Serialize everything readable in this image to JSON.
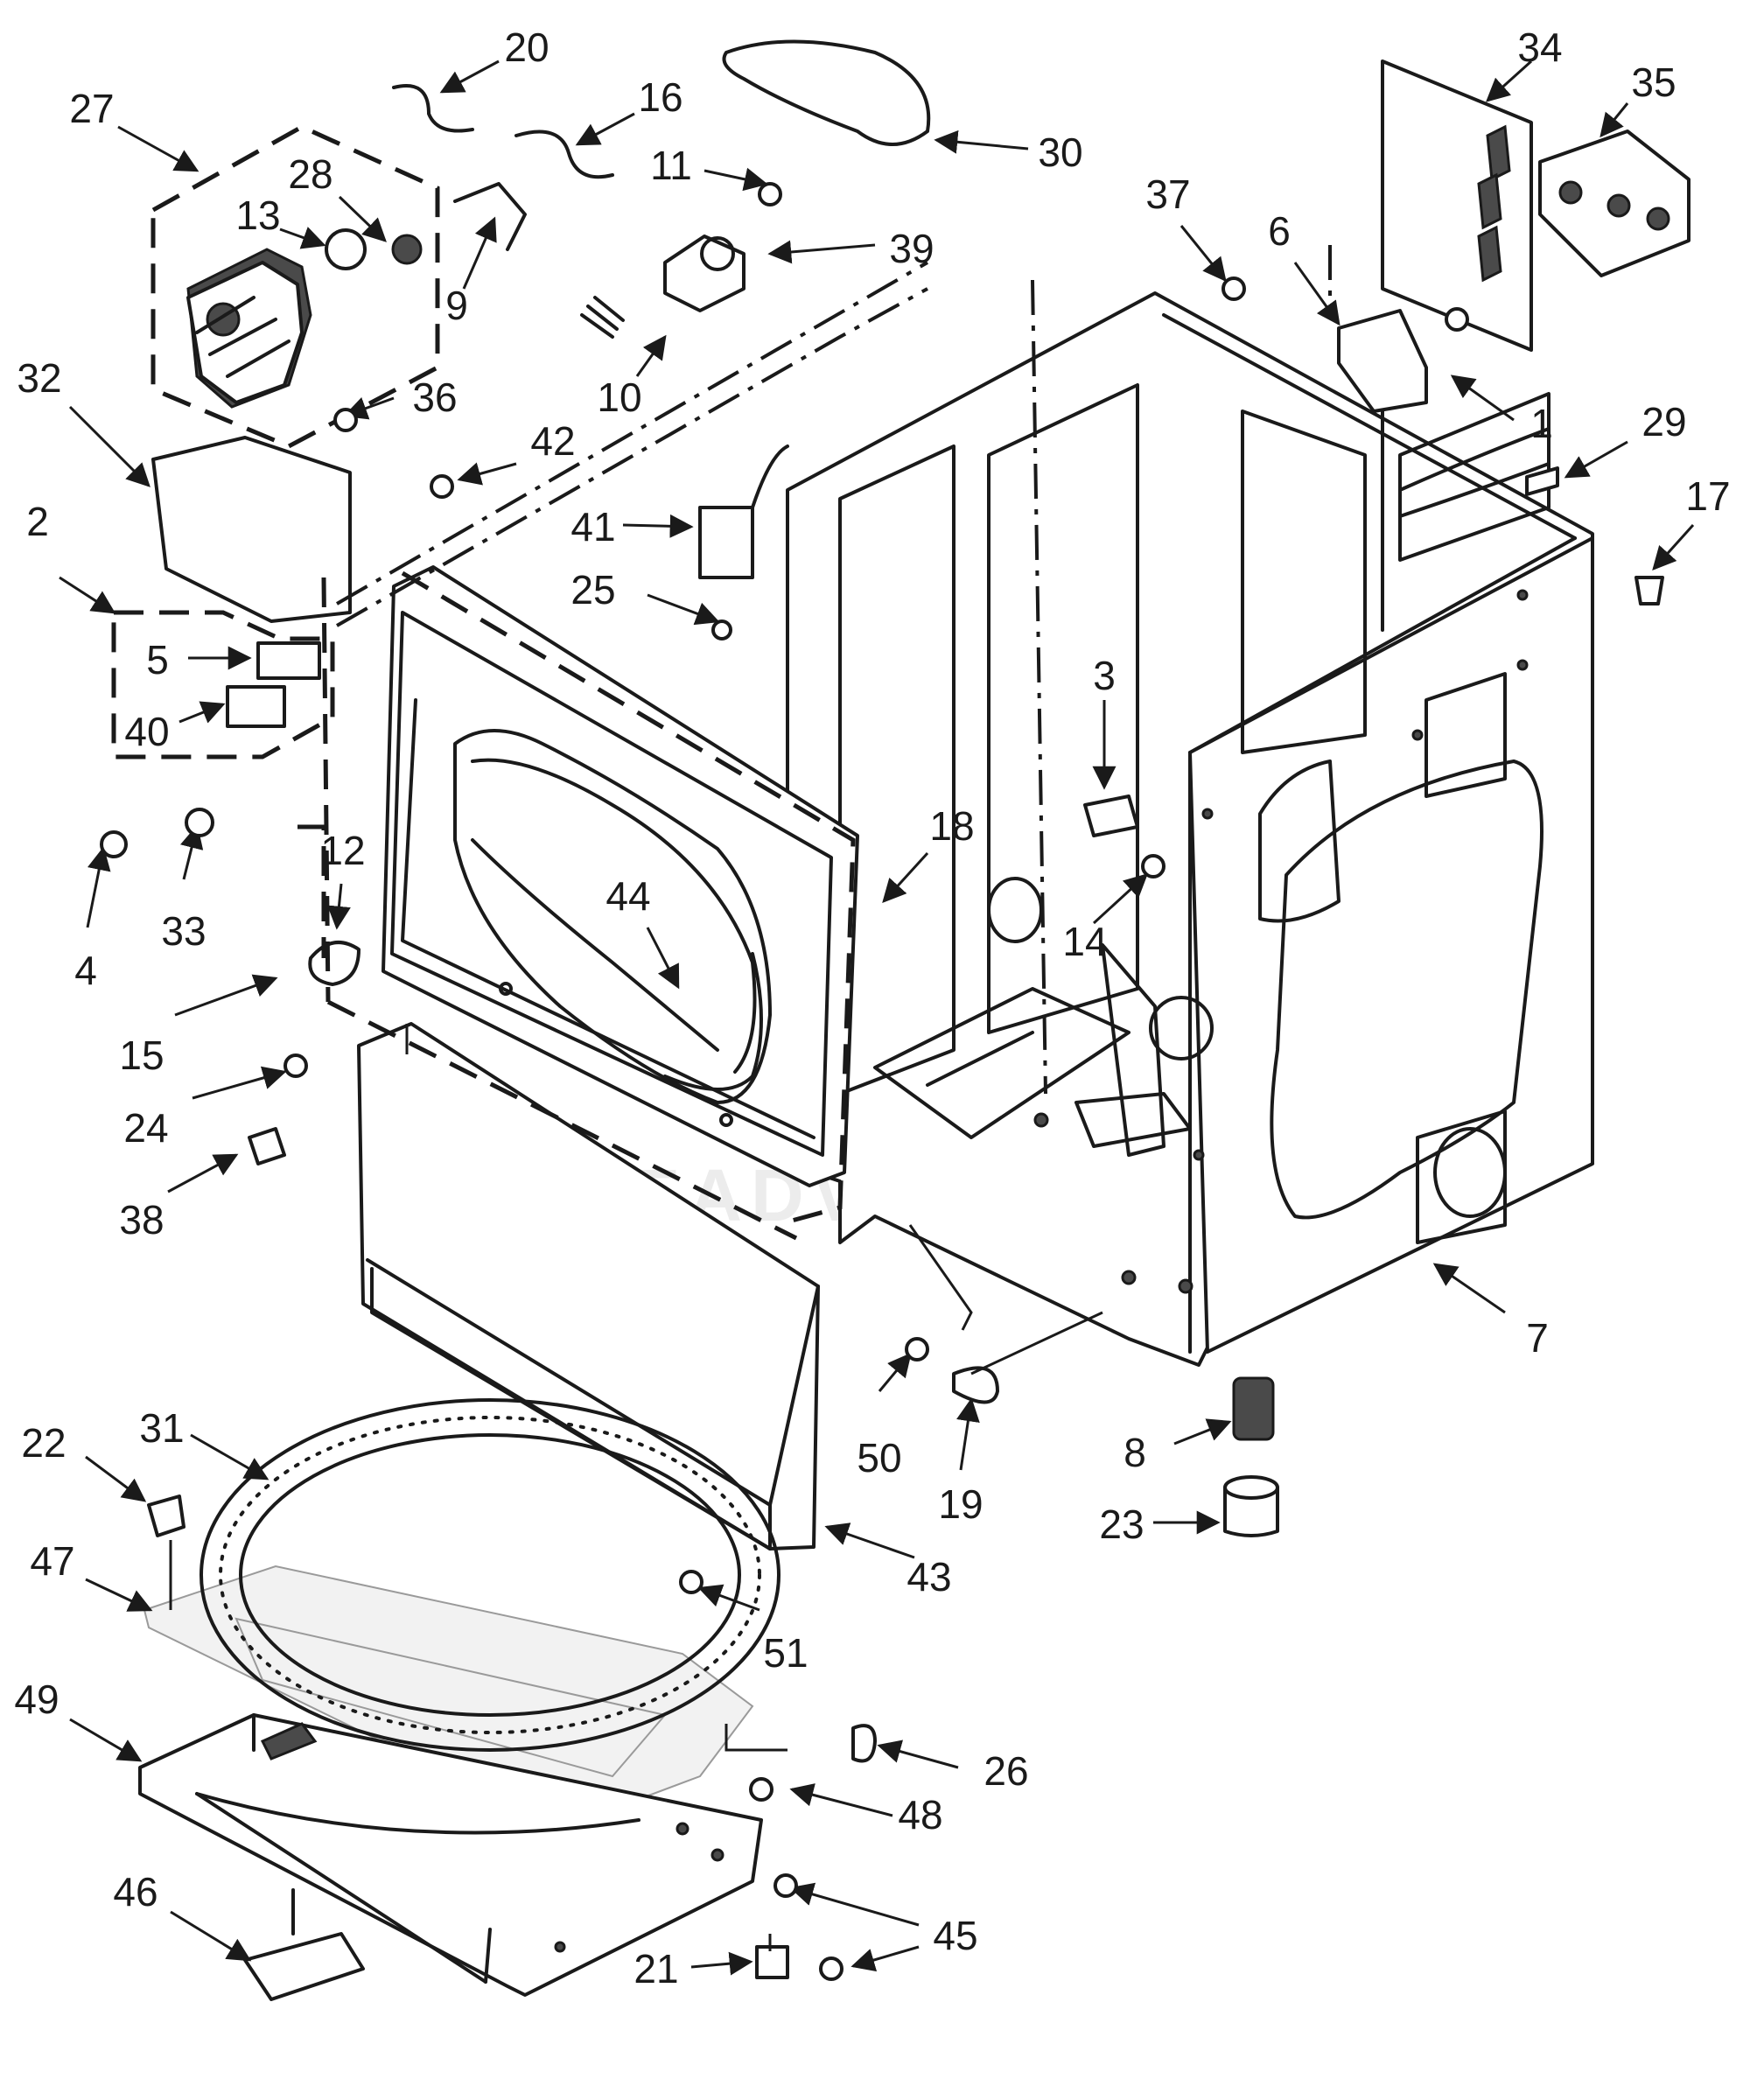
{
  "diagram": {
    "watermark": "LEADVENTURE",
    "callouts": [
      "1",
      "2",
      "3",
      "4",
      "5",
      "6",
      "7",
      "8",
      "9",
      "10",
      "11",
      "12",
      "13",
      "14",
      "15",
      "16",
      "17",
      "18",
      "19",
      "20",
      "21",
      "22",
      "23",
      "24",
      "25",
      "26",
      "27",
      "28",
      "29",
      "30",
      "31",
      "32",
      "33",
      "34",
      "35",
      "36",
      "37",
      "38",
      "39",
      "40",
      "41",
      "42",
      "43",
      "44",
      "45",
      "46",
      "47",
      "48",
      "49",
      "50",
      "51"
    ]
  }
}
